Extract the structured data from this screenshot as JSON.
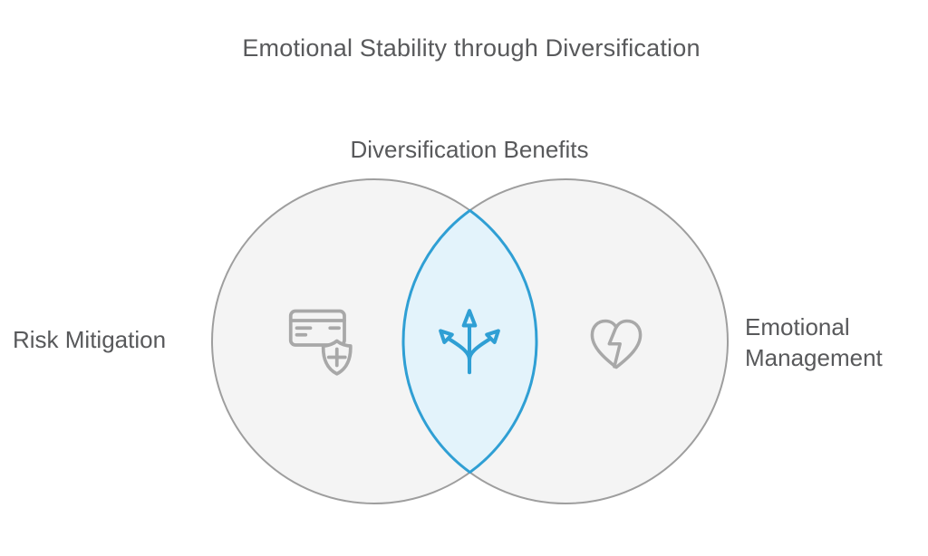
{
  "title": "Emotional Stability through Diversification",
  "diagram": {
    "type": "venn-2-circle",
    "intersection_title": "Diversification Benefits",
    "left_circle": {
      "label": "Risk Mitigation",
      "icon": "credit-card-shield-plus-icon"
    },
    "right_circle": {
      "label": "Emotional Management",
      "icon": "broken-heart-icon"
    },
    "intersection": {
      "icon": "branching-arrows-icon"
    },
    "colors": {
      "page_bg": "#ffffff",
      "text": "#58595b",
      "circle_fill": "#f4f4f4",
      "circle_stroke": "#9e9e9e",
      "intersection_fill": "#e3f3fb",
      "intersection_stroke": "#2f9fd4",
      "icon_gray": "#a8a8a8",
      "accent_blue": "#2f9fd4"
    }
  }
}
